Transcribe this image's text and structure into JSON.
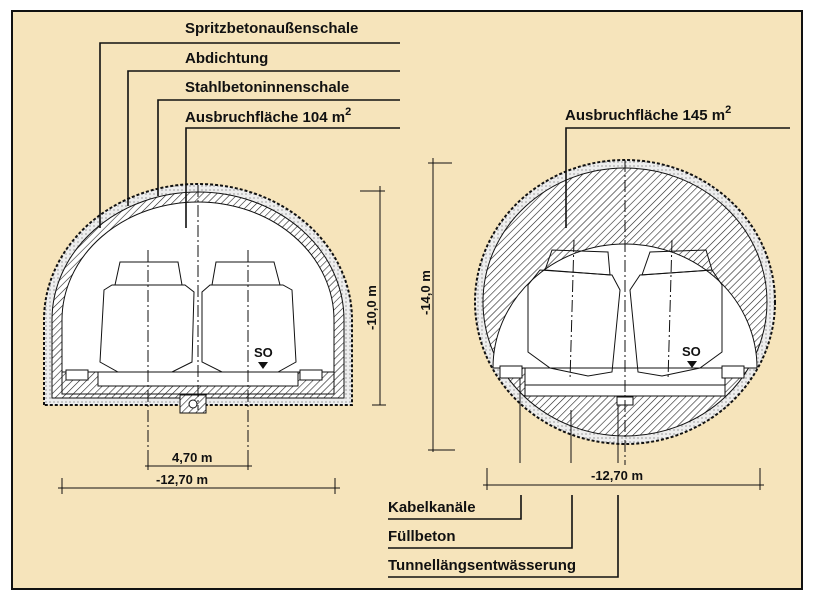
{
  "labels_left": {
    "shotcrete": "Spritzbetonaußenschale",
    "waterproofing": "Abdichtung",
    "inner_lining": "Stahlbetoninnenschale",
    "excavation": "Ausbruchfläche 104 m",
    "excavation_sup": "2"
  },
  "labels_right": {
    "excavation": "Ausbruchfläche 145 m",
    "excavation_sup": "2",
    "cable_ducts": "Kabelkanäle",
    "fill_concrete": "Füllbeton",
    "drainage": "Tunnellängsentwässerung"
  },
  "dimensions_left": {
    "height": "-10,0 m",
    "track_spacing": "4,70 m",
    "width": "-12,70 m",
    "so": "SO"
  },
  "dimensions_right": {
    "height": "-14,0 m",
    "width": "-12,70 m",
    "so": "SO"
  },
  "colors": {
    "background": "#f6e4bb",
    "tunnel_fill": "#ffffff",
    "ink": "#111111"
  }
}
